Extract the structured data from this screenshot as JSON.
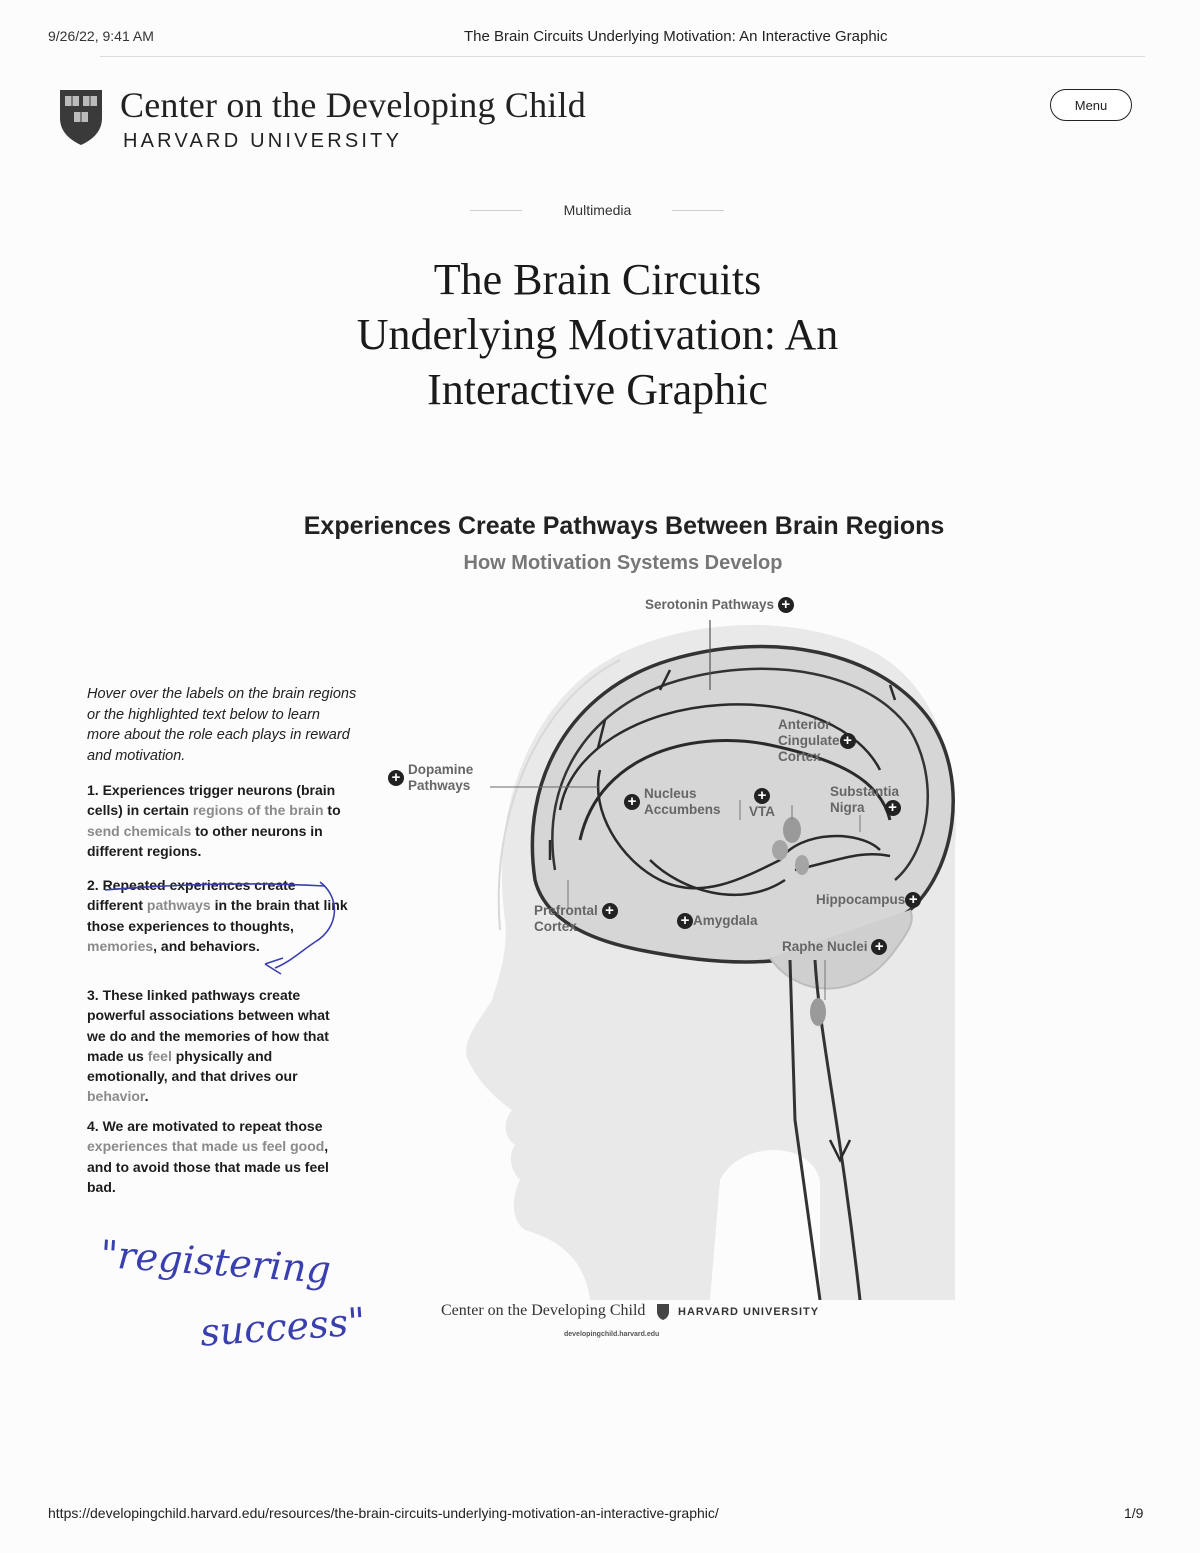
{
  "print_header": {
    "datetime": "9/26/22, 9:41 AM",
    "title": "The Brain Circuits Underlying Motivation: An Interactive Graphic"
  },
  "site_header": {
    "brand_name": "Center on the Developing Child",
    "brand_university": "HARVARD UNIVERSITY",
    "menu_label": "Menu"
  },
  "article": {
    "kicker": "Multimedia",
    "title_lines": [
      "The Brain Circuits",
      "Underlying Motivation: An",
      "Interactive Graphic"
    ]
  },
  "graphic": {
    "title": "Experiences Create Pathways Between Brain Regions",
    "subtitle": "How Motivation Systems Develop",
    "intro": "Hover over the labels on the brain regions or the highlighted text below to learn more about the role each plays in reward and motivation.",
    "steps": [
      {
        "parts": [
          {
            "t": "1. Experiences trigger neurons (brain cells) in certain ",
            "hl": false
          },
          {
            "t": "regions of the brain",
            "hl": true
          },
          {
            "t": " to ",
            "hl": false
          },
          {
            "t": "send chemicals",
            "hl": true
          },
          {
            "t": " to other neurons in different regions.",
            "hl": false
          }
        ]
      },
      {
        "parts": [
          {
            "t": "2. Repeated experiences create different ",
            "hl": false
          },
          {
            "t": "pathways",
            "hl": true
          },
          {
            "t": " in the brain that link those experiences to thoughts, ",
            "hl": false
          },
          {
            "t": "memories",
            "hl": true
          },
          {
            "t": ", and behaviors.",
            "hl": false
          }
        ]
      },
      {
        "parts": [
          {
            "t": "3. These linked pathways create powerful associations between what we do and the memories of how that made us ",
            "hl": false
          },
          {
            "t": "feel",
            "hl": true
          },
          {
            "t": " physically and emotionally, and that drives our ",
            "hl": false
          },
          {
            "t": "behavior",
            "hl": true
          },
          {
            "t": ".",
            "hl": false
          }
        ]
      },
      {
        "parts": [
          {
            "t": "4. We are motivated to repeat those ",
            "hl": false
          },
          {
            "t": "experiences that made us feel good",
            "hl": true
          },
          {
            "t": ", and to avoid those that made us feel bad.",
            "hl": false
          }
        ]
      }
    ],
    "labels": {
      "serotonin": "Serotonin Pathways",
      "dopamine_1": "Dopamine",
      "dopamine_2": "Pathways",
      "acc_1": "Anterior",
      "acc_2": "Cingulate",
      "acc_3": "Cortex",
      "nacc_1": "Nucleus",
      "nacc_2": "Accumbens",
      "vta": "VTA",
      "sn_1": "Substantia",
      "sn_2": "Nigra",
      "pfc_1": "Prefrontal",
      "pfc_2": "Cortex",
      "amygdala": "Amygdala",
      "hippocampus": "Hippocampus",
      "raphe": "Raphe Nuclei"
    },
    "credit_name": "Center on the Developing Child",
    "credit_university": "HARVARD UNIVERSITY",
    "credit_url": "developingchild.harvard.edu"
  },
  "handwriting": {
    "line_1": "\"registering",
    "line_2": "success\"",
    "ink_color": "#3a3fb0"
  },
  "print_footer": {
    "url": "https://developingchild.harvard.edu/resources/the-brain-circuits-underlying-motivation-an-interactive-graphic/",
    "page": "1/9"
  }
}
